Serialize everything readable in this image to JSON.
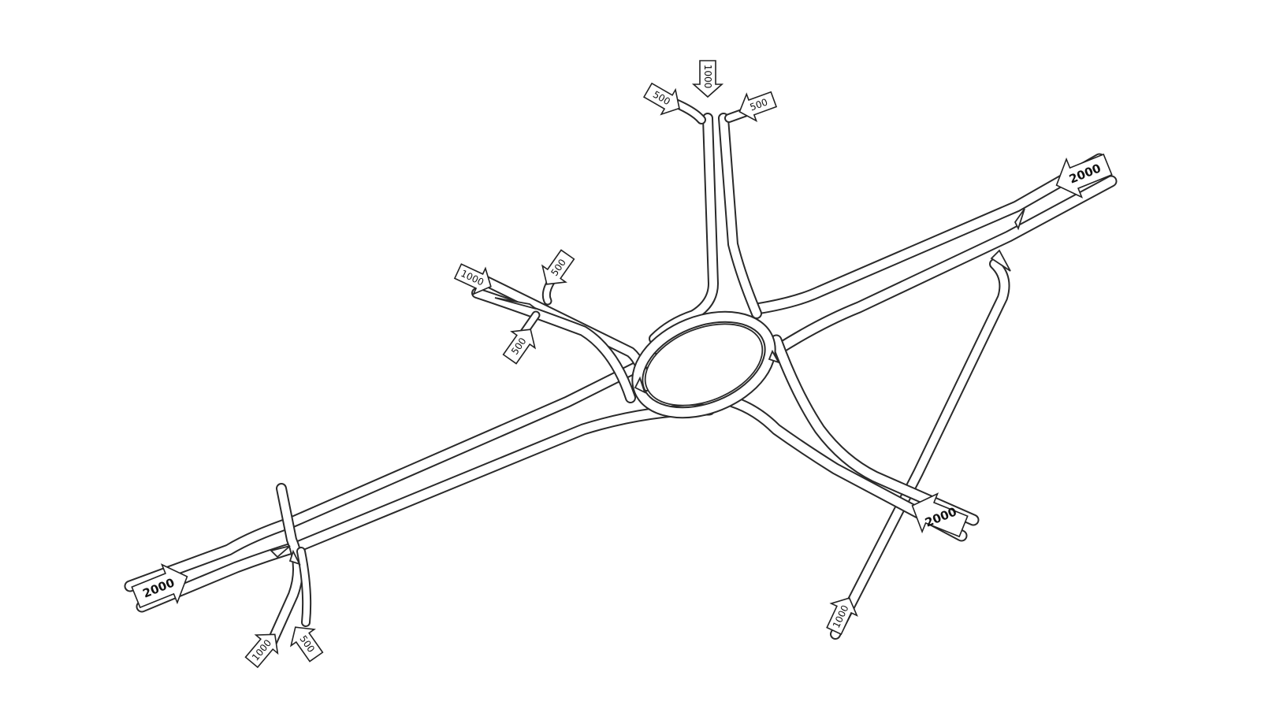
{
  "diagram": {
    "type": "road-interchange-traffic-flow",
    "colors": {
      "line": "#2a2a2a",
      "background": "#ffffff"
    },
    "flows": [
      {
        "id": "west-main",
        "label": "2000"
      },
      {
        "id": "east-main",
        "label": "2000"
      },
      {
        "id": "southeast-main",
        "label": "2000"
      },
      {
        "id": "north-center",
        "label": "1000"
      },
      {
        "id": "north-left",
        "label": "500"
      },
      {
        "id": "north-right",
        "label": "500"
      },
      {
        "id": "northwest-main",
        "label": "1000"
      },
      {
        "id": "northwest-upper",
        "label": "500"
      },
      {
        "id": "northwest-lower",
        "label": "500"
      },
      {
        "id": "south-center",
        "label": "1000"
      },
      {
        "id": "southwest-left",
        "label": "1000"
      },
      {
        "id": "southwest-right",
        "label": "500"
      }
    ]
  }
}
